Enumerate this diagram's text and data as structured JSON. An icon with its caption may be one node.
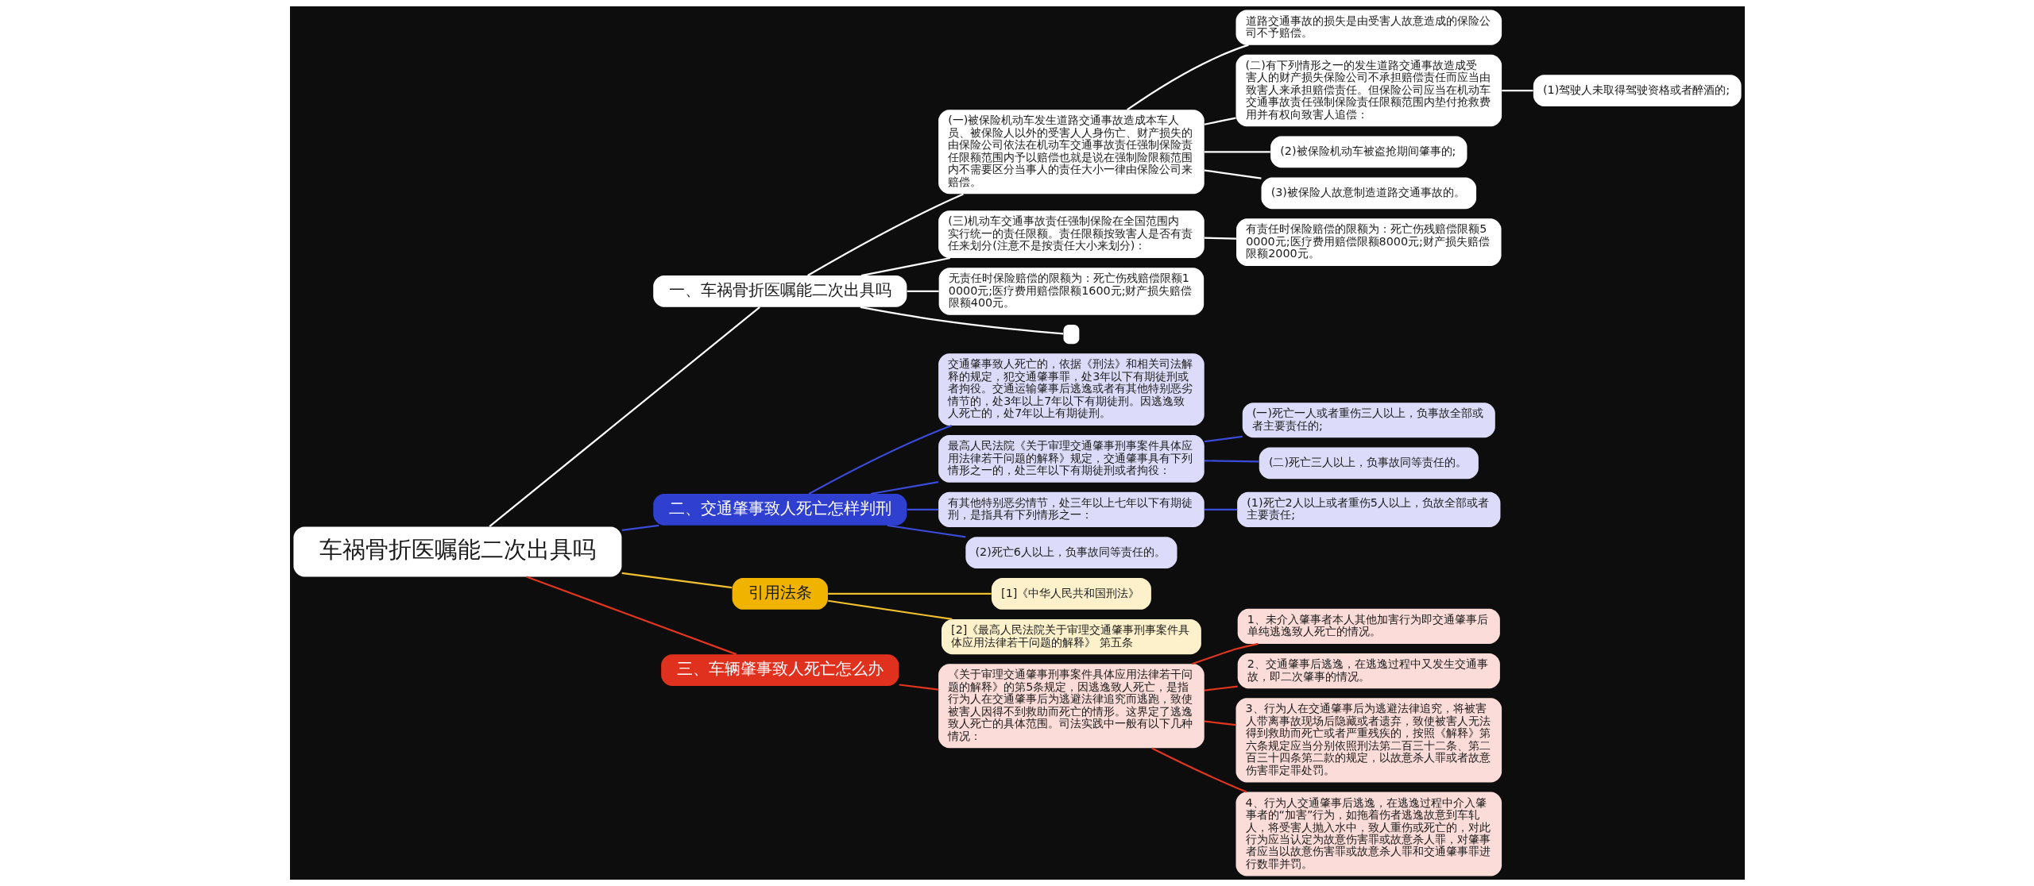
{
  "diagram": {
    "nodes": [
      {
        "text": [
          "车祸骨折医嘱能二次出具吗"
        ]
      },
      {
        "text": [
          "一、车祸骨折医嘱能二次出具吗"
        ]
      },
      {
        "text": [
          "(一)被保险机动车发生道路交通事故造成本车人员、被保险人以外的受害人人身伤亡、财产损失的由保险公司依法在机动车交通事故责任强制保险责任限额范围内予以赔偿也就是说在强制险限额范围内不需要区分当事人的责任大小一律由保险公司来赔偿。"
        ]
      },
      {
        "text": [
          "道路交通事故的损失是由受害人故意造成的保险公司不予赔偿。"
        ]
      },
      {
        "text": [
          "(二)有下列情形之一的发生道路交通事故造成受害人的财产损失保险公司不承担赔偿责任而应当由致害人来承担赔偿责任。但保险公司应当在机动车交通事故责任强制保险责任限额范围内垫付抢救费用并有权向致害人追偿："
        ]
      },
      {
        "text": [
          "(1)驾驶人未取得驾驶资格或者醉酒的;"
        ]
      },
      {
        "text": [
          "(2)被保险机动车被盗抢期间肇事的;"
        ]
      },
      {
        "text": [
          "(3)被保险人故意制造道路交通事故的。"
        ]
      },
      {
        "text": [
          "(三)机动车交通事故责任强制保险在全国范围内实行统一的责任限额。责任限额按致害人是否有责任来划分(注意不是按责任大小来划分)："
        ]
      },
      {
        "text": [
          "有责任时保险赔偿的限额为：死亡伤残赔偿限额50000元;医疗费用赔偿限额8000元;财产损失赔偿限额2000元。"
        ]
      },
      {
        "text": [
          "无责任时保险赔偿的限额为：死亡伤残赔偿限额10000元;医疗费用赔偿限额1600元;财产损失赔偿限额400元。"
        ]
      },
      {
        "text": [],
        "shape": "box"
      },
      {
        "text": [
          "二、交通肇事致人死亡怎样判刑"
        ]
      },
      {
        "text": [
          "交通肇事致人死亡的，依据《刑法》和相关司法解释的规定，犯交通肇事罪，处3年以下有期徒刑或者拘役。交通运输肇事后逃逸或者有其他特别恶劣情节的，处3年以上7年以下有期徒刑。因逃逸致人死亡的，处7年以上有期徒刑。"
        ]
      },
      {
        "text": [
          "最高人民法院《关于审理交通肇事刑事案件具体应用法律若干问题的解释》规定，交通肇事具有下列情形之一的，处三年以下有期徒刑或者拘役："
        ]
      },
      {
        "text": [
          "(一)死亡一人或者重伤三人以上，负事故全部或者主要责任的;"
        ]
      },
      {
        "text": [
          "(二)死亡三人以上，负事故同等责任的。"
        ]
      },
      {
        "text": [
          "有其他特别恶劣情节，处三年以上七年以下有期徒刑，是指具有下列情形之一："
        ]
      },
      {
        "text": [
          "(1)死亡2人以上或者重伤5人以上，负故全部或者主要责任;"
        ]
      },
      {
        "text": [
          "(2)死亡6人以上，负事故同等责任的。"
        ]
      },
      {
        "text": [
          "引用法条"
        ]
      },
      {
        "text": [
          "[1]《中华人民共和国刑法》"
        ]
      },
      {
        "text": [
          "[2]《最高人民法院关于审理交通肇事刑事案件具体应用法律若干问题的解释》 第五条"
        ]
      },
      {
        "text": [
          "三、车辆肇事致人死亡怎么办"
        ]
      },
      {
        "text": [
          "《关于审理交通肇事刑事案件具体应用法律若干问题的解释》的第5条规定，因逃逸致人死亡，是指行为人在交通肇事后为逃避法律追究而逃跑，致使被害人因得不到救助而死亡的情形。这界定了逃逸致人死亡的具体范围。司法实践中一般有以下几种情况："
        ]
      },
      {
        "text": [
          "1、未介入肇事者本人其他加害行为即交通肇事后单纯逃逸致人死亡的情况。"
        ]
      },
      {
        "text": [
          "2、交通肇事后逃逸，在逃逸过程中又发生交通事故，即二次肇事的情况。"
        ]
      },
      {
        "text": [
          "3、行为人在交通肇事后为逃避法律追究，将被害人带离事故现场后隐藏或者遗弃，致使被害人无法得到救助而死亡或者严重残疾的，按照《解释》第六条规定应当分别依照刑法第二百三十二条、第二百三十四条第二款的规定，以故意杀人罪或者故意伤害罪定罪处罚。"
        ]
      },
      {
        "text": [
          "4、行为人交通肇事后逃逸，在逃逸过程中介入肇事者的“加害”行为，如拖着伤者逃逸故意到车轧人，将受害人抛入水中，致人重伤或死亡的，对此行为应当认定为故意伤害罪或故意杀人罪，对肇事者应当以故意伤害罪或故意杀人罪和交通肇事罪进行数罪并罚。"
        ]
      }
    ],
    "edges": [
      {
        "from": 0,
        "to": 1,
        "arrow": "none"
      },
      {
        "from": 1,
        "to": 2,
        "arrow": "none"
      },
      {
        "from": 2,
        "to": 3,
        "arrow": "none"
      },
      {
        "from": 2,
        "to": 4,
        "arrow": "none"
      },
      {
        "from": 4,
        "to": 5,
        "arrow": "none"
      },
      {
        "from": 2,
        "to": 6,
        "arrow": "none"
      },
      {
        "from": 2,
        "to": 7,
        "arrow": "none"
      },
      {
        "from": 1,
        "to": 8,
        "arrow": "none"
      },
      {
        "from": 8,
        "to": 9,
        "arrow": "none"
      },
      {
        "from": 1,
        "to": 10,
        "arrow": "none"
      },
      {
        "from": 1,
        "to": 11,
        "arrow": "none"
      },
      {
        "from": 0,
        "to": 12,
        "arrow": "none",
        "color": "#3a4bd8"
      },
      {
        "from": 12,
        "to": 13,
        "arrow": "none",
        "color": "#3a4bd8"
      },
      {
        "from": 12,
        "to": 14,
        "arrow": "none",
        "color": "#3a4bd8"
      },
      {
        "from": 14,
        "to": 15,
        "arrow": "none",
        "color": "#3a4bd8"
      },
      {
        "from": 14,
        "to": 16,
        "arrow": "none",
        "color": "#3a4bd8"
      },
      {
        "from": 12,
        "to": 17,
        "arrow": "none",
        "color": "#3a4bd8"
      },
      {
        "from": 17,
        "to": 18,
        "arrow": "none",
        "color": "#3a4bd8"
      },
      {
        "from": 12,
        "to": 19,
        "arrow": "none",
        "color": "#3a4bd8"
      },
      {
        "from": 0,
        "to": 20,
        "arrow": "none",
        "color": "#f0c030"
      },
      {
        "from": 20,
        "to": 21,
        "arrow": "none",
        "color": "#f0c030"
      },
      {
        "from": 20,
        "to": 22,
        "arrow": "none",
        "color": "#f0c030"
      },
      {
        "from": 0,
        "to": 23,
        "arrow": "none",
        "color": "#e0351e"
      },
      {
        "from": 23,
        "to": 24,
        "arrow": "none",
        "color": "#e0351e"
      },
      {
        "from": 24,
        "to": 25,
        "arrow": "none",
        "color": "#e0351e"
      },
      {
        "from": 24,
        "to": 26,
        "arrow": "none",
        "color": "#e0351e"
      },
      {
        "from": 24,
        "to": 27,
        "arrow": "none",
        "color": "#e0351e"
      },
      {
        "from": 24,
        "to": 28,
        "arrow": "none",
        "color": "#e0351e"
      }
    ]
  }
}
